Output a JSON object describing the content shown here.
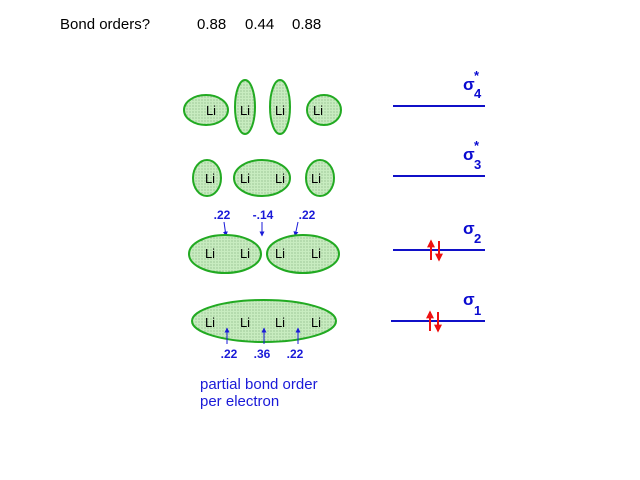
{
  "header": {
    "question": "Bond orders?",
    "values": [
      "0.88",
      "0.44",
      "0.88"
    ]
  },
  "atom_label": "Li",
  "orbitals": {
    "sigma4": {
      "symbol": "σ",
      "subscript": "4",
      "superscript": "*"
    },
    "sigma3": {
      "symbol": "σ",
      "subscript": "3",
      "superscript": "*"
    },
    "sigma2": {
      "symbol": "σ",
      "subscript": "2",
      "superscript": ""
    },
    "sigma1": {
      "symbol": "σ",
      "subscript": "1",
      "superscript": ""
    }
  },
  "sigma2_partial_orders": [
    ".22",
    "-.14",
    ".22"
  ],
  "sigma1_partial_orders": [
    ".22",
    ".36",
    ".22"
  ],
  "caption": {
    "line1": "partial bond order",
    "line2": "per electron"
  },
  "colors": {
    "orbital_fill": "#c8ecc0",
    "orbital_stroke": "#22aa22",
    "level_line": "#1010c8",
    "electron_arrow": "#ee1111",
    "annotation": "#1a1ad8"
  }
}
